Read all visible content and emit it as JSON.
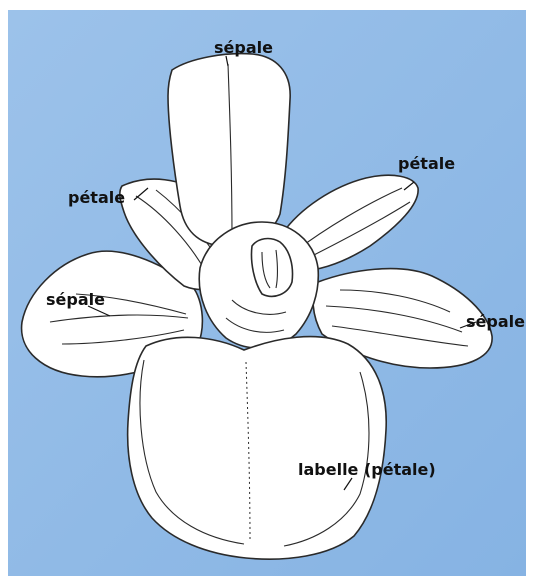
{
  "diagram": {
    "subject": "orchid-flower",
    "colors": {
      "background": "#8fb9e6",
      "petal_fill": "#ffffff",
      "outline": "#2a2a2a",
      "frame": "#ffffff"
    },
    "labels": {
      "top_sepal": "sépale",
      "left_petal": "pétale",
      "right_petal": "pétale",
      "left_sepal": "sépale",
      "right_sepal": "sépale",
      "labellum": "labelle (pétale)"
    }
  }
}
